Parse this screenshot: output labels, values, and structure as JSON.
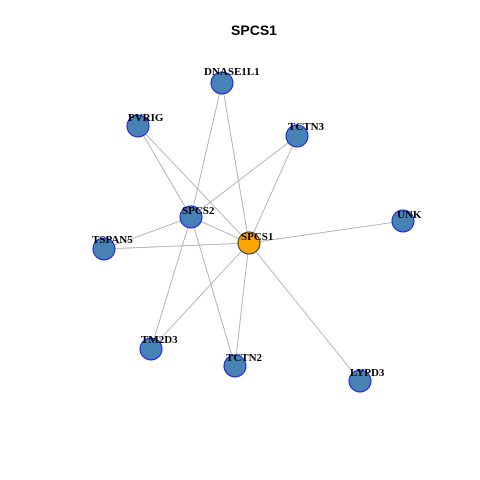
{
  "title": "SPCS1",
  "colors": {
    "hub_fill": "#FFA500",
    "hub_stroke": "#333333",
    "node_fill": "#4682B4",
    "node_stroke": "#1A1AE6",
    "edge": "#A8A8A8"
  },
  "nodes": [
    {
      "id": "SPCS1",
      "label": "SPCS1",
      "hub": true
    },
    {
      "id": "SPCS2",
      "label": "SPCS2"
    },
    {
      "id": "DNASE1L1",
      "label": "DNASE1L1"
    },
    {
      "id": "PVRIG",
      "label": "PVRIG"
    },
    {
      "id": "TCTN3",
      "label": "TCTN3"
    },
    {
      "id": "UNK",
      "label": "UNK"
    },
    {
      "id": "TSPAN5",
      "label": "TSPAN5"
    },
    {
      "id": "TM2D3",
      "label": "TM2D3"
    },
    {
      "id": "TCTN2",
      "label": "TCTN2"
    },
    {
      "id": "LYPD3",
      "label": "LYPD3"
    }
  ],
  "edges": [
    [
      "SPCS1",
      "DNASE1L1"
    ],
    [
      "SPCS1",
      "PVRIG"
    ],
    [
      "SPCS1",
      "TCTN3"
    ],
    [
      "SPCS1",
      "UNK"
    ],
    [
      "SPCS1",
      "SPCS2"
    ],
    [
      "SPCS1",
      "TSPAN5"
    ],
    [
      "SPCS1",
      "TM2D3"
    ],
    [
      "SPCS1",
      "TCTN2"
    ],
    [
      "SPCS1",
      "LYPD3"
    ],
    [
      "SPCS2",
      "DNASE1L1"
    ],
    [
      "SPCS2",
      "PVRIG"
    ],
    [
      "SPCS2",
      "TCTN3"
    ],
    [
      "SPCS2",
      "TSPAN5"
    ],
    [
      "SPCS2",
      "TM2D3"
    ],
    [
      "SPCS2",
      "TCTN2"
    ]
  ]
}
